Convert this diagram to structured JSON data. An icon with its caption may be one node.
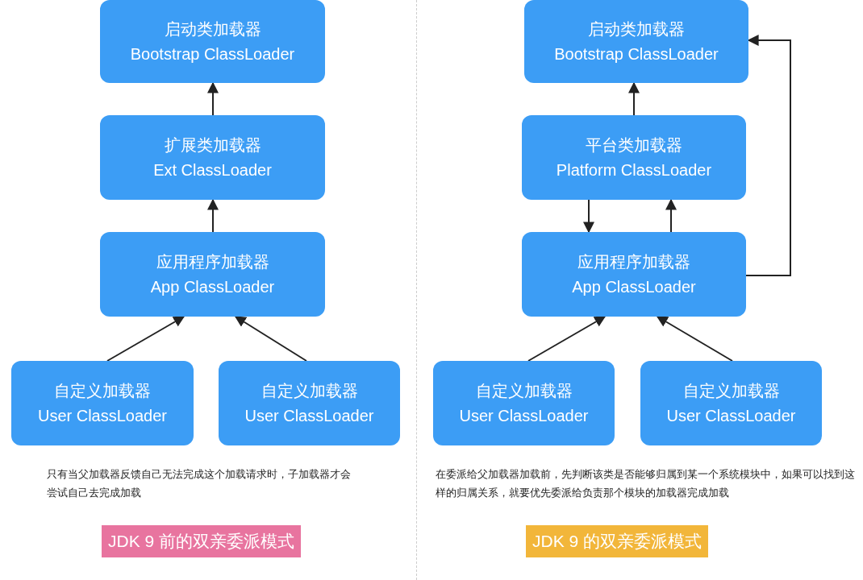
{
  "diagram": {
    "nodes": [
      {
        "text": [
          "启动类加载器",
          "Bootstrap ClassLoader"
        ]
      },
      {
        "text": [
          "扩展类加载器",
          "Ext ClassLoader"
        ]
      },
      {
        "text": [
          "应用程序加载器",
          "App ClassLoader"
        ]
      },
      {
        "text": [
          "自定义加载器",
          "User ClassLoader"
        ]
      },
      {
        "text": [
          "自定义加载器",
          "User ClassLoader"
        ]
      },
      {
        "text": [
          "启动类加载器",
          "Bootstrap ClassLoader"
        ]
      },
      {
        "text": [
          "平台类加载器",
          "Platform ClassLoader"
        ]
      },
      {
        "text": [
          "应用程序加载器",
          "App ClassLoader"
        ]
      },
      {
        "text": [
          "自定义加载器",
          "User ClassLoader"
        ]
      },
      {
        "text": [
          "自定义加载器",
          "User ClassLoader"
        ]
      }
    ],
    "edges": [
      {
        "from": 1,
        "to": 0,
        "arrow": "to"
      },
      {
        "from": 2,
        "to": 1,
        "arrow": "to"
      },
      {
        "from": 3,
        "to": 2,
        "arrow": "to"
      },
      {
        "from": 4,
        "to": 2,
        "arrow": "to"
      },
      {
        "from": 6,
        "to": 5,
        "arrow": "to"
      },
      {
        "from": 6,
        "to": 7,
        "arrow": "to"
      },
      {
        "from": 7,
        "to": 6,
        "arrow": "to"
      },
      {
        "from": 7,
        "to": 5,
        "arrow": "to"
      },
      {
        "from": 8,
        "to": 7,
        "arrow": "to"
      },
      {
        "from": 9,
        "to": 7,
        "arrow": "to"
      }
    ],
    "labels": [
      "只有当父加载器反馈自己无法完成这个加载请求时，子加载器才会尝试自己去完成加载",
      "JDK 9 前的双亲委派模式",
      "在委派给父加载器加载前，先判断该类是否能够归属到某一个系统模块中，如果可以找到这样的归属关系，就要优先委派给负责那个模块的加载器完成加载",
      "JDK 9 的双亲委派模式"
    ]
  }
}
